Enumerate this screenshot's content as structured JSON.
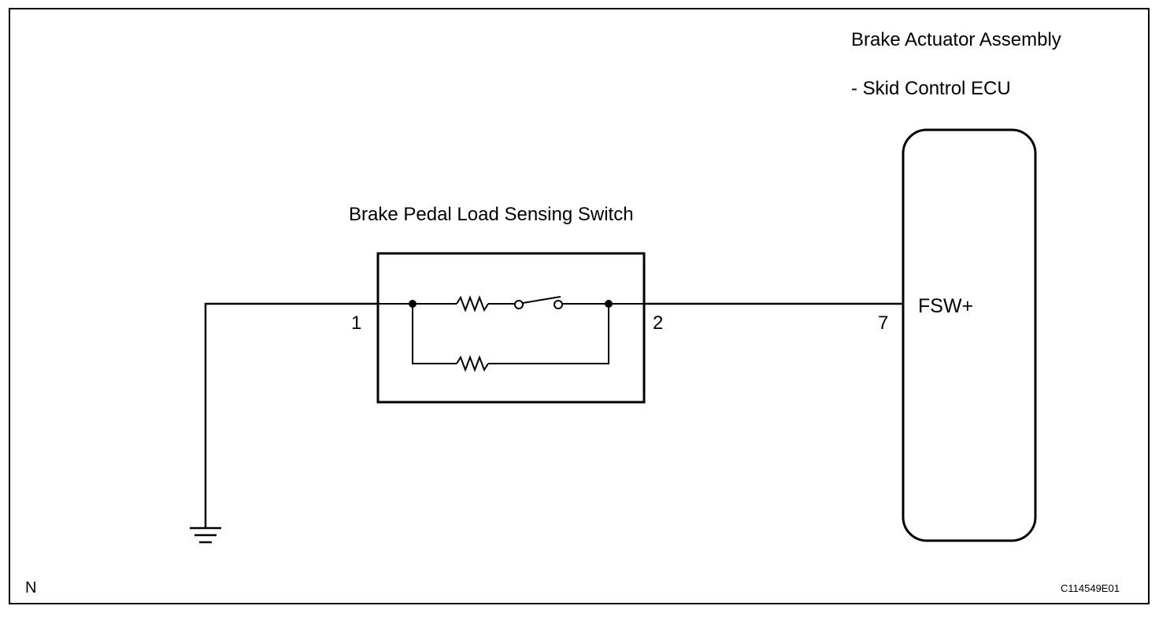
{
  "diagram": {
    "ecu_title_line1": "Brake Actuator Assembly",
    "ecu_title_line2": "- Skid Control ECU",
    "switch_title": "Brake Pedal Load Sensing Switch",
    "pin_1": "1",
    "pin_2": "2",
    "pin_7": "7",
    "ecu_terminal": "FSW+",
    "corner_mark": "N",
    "figure_code": "C114549E01"
  },
  "colors": {
    "ink": "#000000",
    "background": "#ffffff"
  },
  "icons": [
    "ground-symbol",
    "resistor-symbol",
    "switch-symbol"
  ]
}
